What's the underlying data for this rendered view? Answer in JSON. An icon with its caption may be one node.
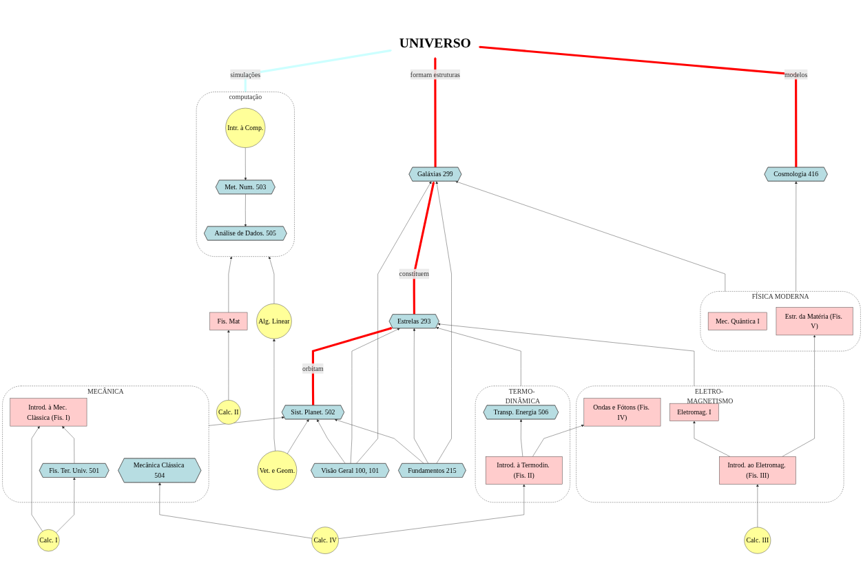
{
  "diagram": {
    "nodes": [
      {
        "text": [
          "computação"
        ]
      },
      {
        "text": [
          "Intr. à Comp."
        ],
        "in": 0
      },
      {
        "text": [
          "Met. Num. 503"
        ],
        "in": 0
      },
      {
        "text": [
          "Análise de Dados. 505"
        ],
        "in": 0
      },
      {
        "text": [
          "UNIVERSO"
        ]
      },
      {
        "text": [
          "Visão Geral 100, 101"
        ]
      },
      {
        "text": [
          "Fundamentos 215"
        ]
      },
      {
        "text": [
          "Cosmologia 416"
        ]
      },
      {
        "text": [
          "Alg. Linear"
        ]
      },
      {
        "text": [
          "Sist. Planet. 502"
        ]
      },
      {
        "text": [
          "Galáxias 299"
        ]
      },
      {
        "text": [
          "Calc. II"
        ]
      },
      {
        "text": [
          "Vet. e Geom."
        ]
      },
      {
        "text": [
          "Estrelas 293"
        ]
      },
      {
        "text": [
          "Fis. Mat"
        ]
      },
      {
        "text": [
          "MECÂNICA"
        ]
      },
      {
        "text": [
          "Mecânica Clássica 504"
        ],
        "in": 15
      },
      {
        "text": [
          "Introd. à Mec. Clàssica (Fis. I)"
        ],
        "in": 15
      },
      {
        "text": [
          "Fis. Ter. Univ. 501"
        ],
        "in": 15
      },
      {
        "text": [
          "FÍSICA MODERNA"
        ]
      },
      {
        "text": [
          "Mec. Quântica I"
        ],
        "in": 19
      },
      {
        "text": [
          "Estr. da Matéria (Fis. V)"
        ],
        "in": 19
      },
      {
        "text": [
          "TERMO- DINÂMICA"
        ]
      },
      {
        "text": [
          "Transp. Energia 506"
        ],
        "in": 22
      },
      {
        "text": [
          "Introd. à Termodin. (Fis. II)"
        ],
        "in": 22
      },
      {
        "text": [
          "ELETRO- MAGNETISMO"
        ]
      },
      {
        "text": [
          "Eletromag. I"
        ],
        "in": 25
      },
      {
        "text": [
          "Ondas e Fótons (Fis. IV)"
        ],
        "in": 25
      },
      {
        "text": [
          "Introd. ao Eletromag. (Fis. III)"
        ],
        "in": 25
      },
      {
        "text": [
          "Calc. I"
        ]
      },
      {
        "text": [
          "Calc. IV"
        ]
      },
      {
        "text": [
          "Calc. III"
        ]
      }
    ],
    "edges": [
      {
        "from": 1,
        "to": 2,
        "arrow": "to"
      },
      {
        "from": 2,
        "to": 3,
        "arrow": "to"
      },
      {
        "from": 8,
        "to": 0,
        "arrow": "to"
      },
      {
        "from": 12,
        "to": 8,
        "arrow": "to"
      },
      {
        "from": 12,
        "to": 9,
        "arrow": "to"
      },
      {
        "from": 11,
        "to": 14,
        "arrow": "to"
      },
      {
        "from": 14,
        "to": 0,
        "arrow": "to"
      },
      {
        "from": 15,
        "to": 9,
        "arrow": "to"
      },
      {
        "from": 5,
        "to": 9,
        "arrow": "to"
      },
      {
        "from": 5,
        "to": 13,
        "arrow": "to"
      },
      {
        "from": 5,
        "to": 10,
        "arrow": "to"
      },
      {
        "from": 6,
        "to": 9,
        "arrow": "to"
      },
      {
        "from": 6,
        "to": 13,
        "arrow": "to"
      },
      {
        "from": 6,
        "to": 10,
        "arrow": "to"
      },
      {
        "from": 9,
        "to": 13,
        "arrow": "to",
        "label": "orbitam",
        "style": "thick",
        "color": "#ff0000"
      },
      {
        "from": 13,
        "to": 10,
        "arrow": "to",
        "label": "constituem",
        "style": "thick",
        "color": "#ff0000"
      },
      {
        "from": 10,
        "to": 4,
        "arrow": "to",
        "label": "formam estruturas",
        "style": "thick",
        "color": "#ff0000"
      },
      {
        "from": 7,
        "to": 4,
        "arrow": "to",
        "label": "modelos",
        "style": "thick",
        "color": "#ff0000"
      },
      {
        "from": 0,
        "to": 4,
        "arrow": "to",
        "label": "simulações",
        "style": "thick",
        "color": "#ccffff"
      },
      {
        "from": 30,
        "to": 16,
        "arrow": "to"
      },
      {
        "from": 29,
        "to": 17,
        "arrow": "to"
      },
      {
        "from": 29,
        "to": 18,
        "arrow": "to"
      },
      {
        "from": 18,
        "to": 17,
        "arrow": "to"
      },
      {
        "from": 30,
        "to": 24,
        "arrow": "to"
      },
      {
        "from": 24,
        "to": 23,
        "arrow": "to"
      },
      {
        "from": 24,
        "to": 27,
        "arrow": "to"
      },
      {
        "from": 22,
        "to": 13,
        "arrow": "to"
      },
      {
        "from": 25,
        "to": 13,
        "arrow": "to"
      },
      {
        "from": 28,
        "to": 26,
        "arrow": "to"
      },
      {
        "from": 31,
        "to": 28,
        "arrow": "to"
      },
      {
        "from": 28,
        "to": 21,
        "arrow": "to"
      },
      {
        "from": 19,
        "to": 10,
        "arrow": "to"
      },
      {
        "from": 19,
        "to": 7,
        "arrow": "to"
      }
    ]
  }
}
